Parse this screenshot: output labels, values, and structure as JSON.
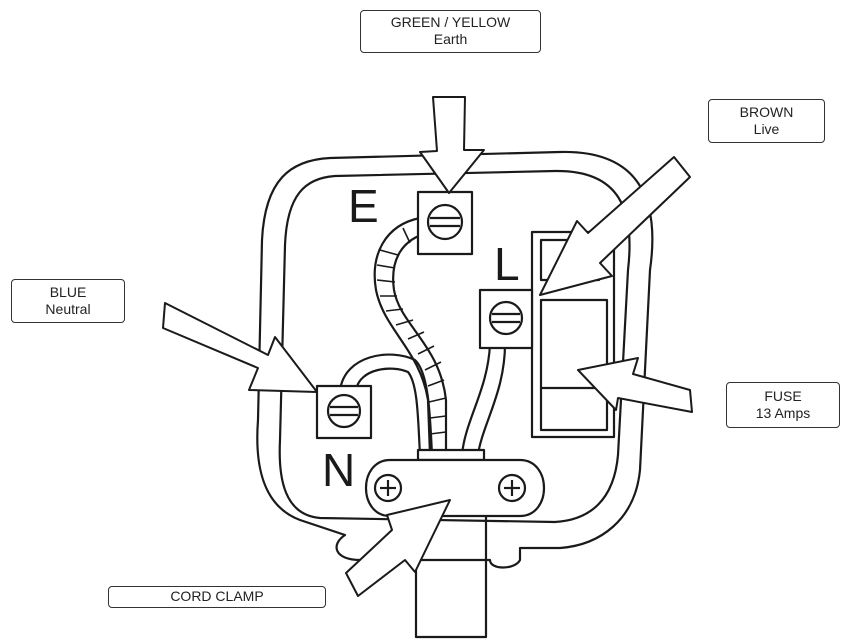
{
  "labels": {
    "earth": {
      "line1": "GREEN / YELLOW",
      "line2": "Earth"
    },
    "live": {
      "line1": "BROWN",
      "line2": "Live"
    },
    "neutral": {
      "line1": "BLUE",
      "line2": "Neutral"
    },
    "fuse": {
      "line1": "FUSE",
      "line2": "13 Amps"
    },
    "clamp": {
      "line1": "CORD CLAMP"
    }
  },
  "terminals": {
    "earth": "E",
    "live": "L",
    "neutral": "N"
  },
  "colors": {
    "stroke": "#1a1a1a",
    "fill": "#ffffff",
    "arrow_fill": "#ffffff"
  }
}
